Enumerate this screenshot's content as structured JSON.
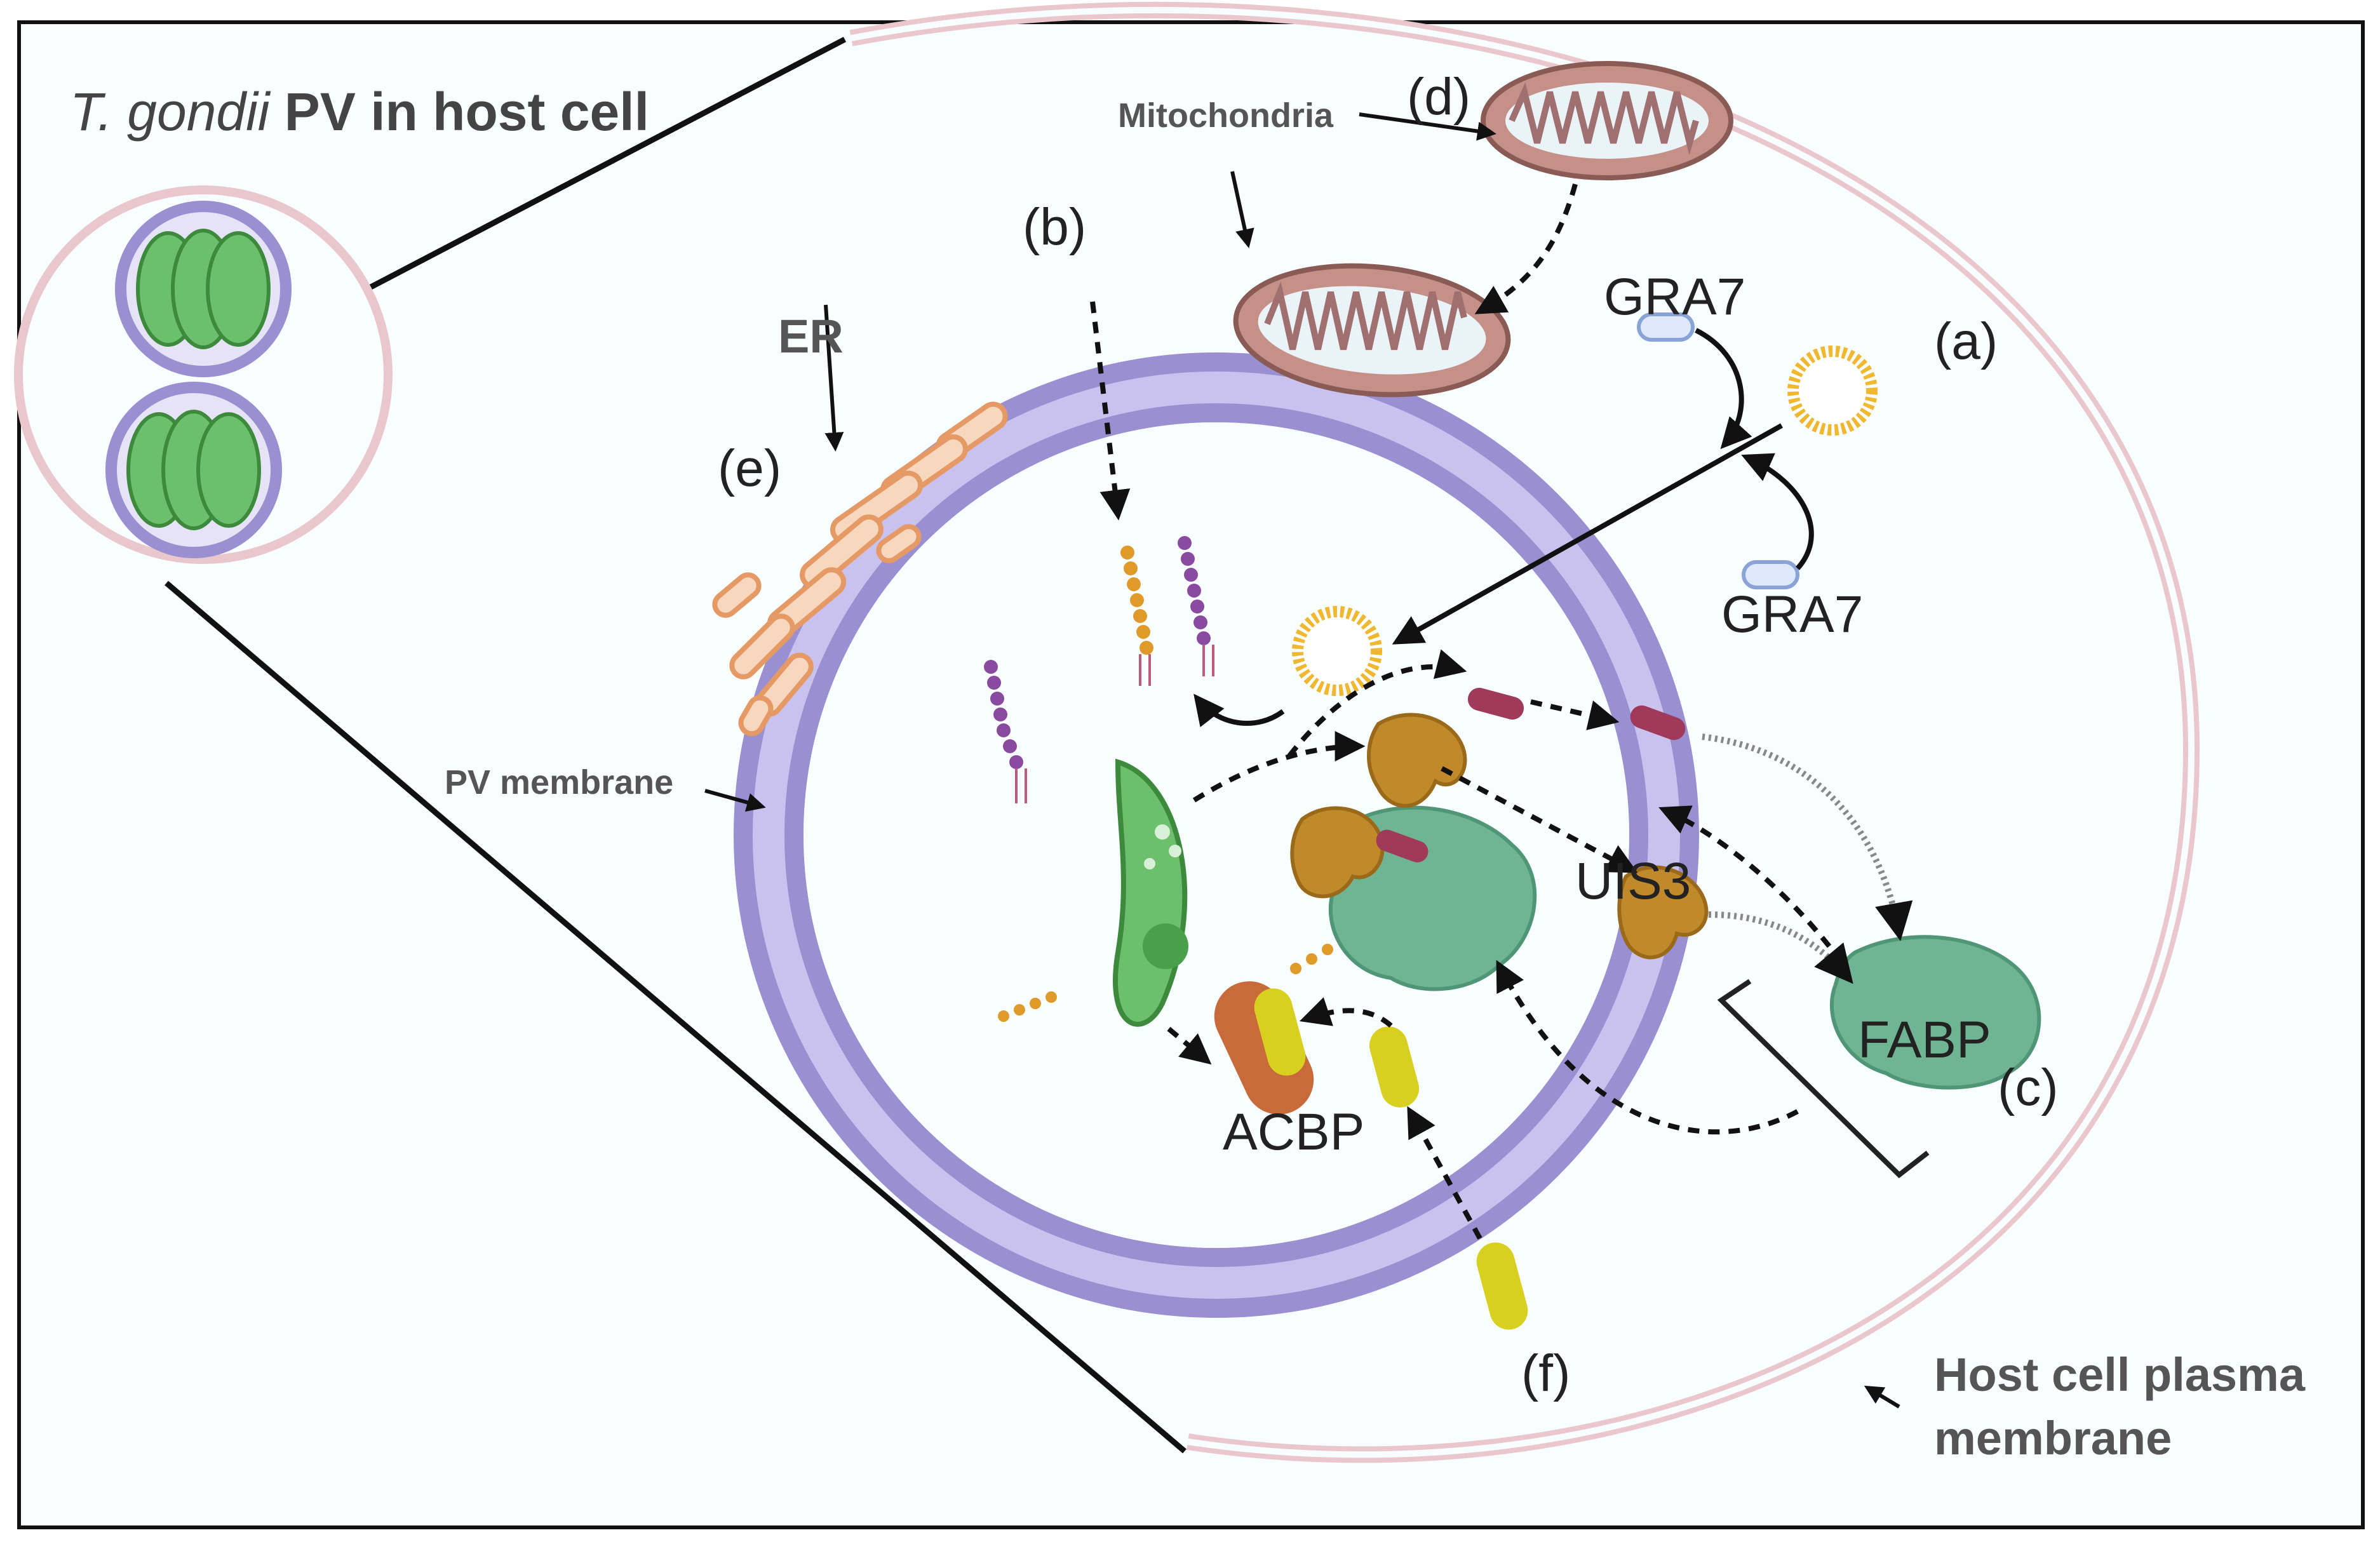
{
  "title": {
    "italic": "T. gondii",
    "rest": " PV in host cell"
  },
  "labels": {
    "mitochondria": "Mitochondria",
    "er": "ER",
    "pv_membrane": "PV membrane",
    "host_membrane_line1": "Host cell plasma",
    "host_membrane_line2": "membrane",
    "gra7_top": "GRA7",
    "gra7_bottom": "GRA7",
    "uis3": "UIS3",
    "fabp": "FABP",
    "acbp": "ACBP"
  },
  "panels": {
    "a": "(a)",
    "b": "(b)",
    "c": "(c)",
    "d": "(d)",
    "e": "(e)",
    "f": "(f)"
  },
  "colors": {
    "background": "#f8fdff",
    "pv_membrane": "#9a8fd0",
    "host_membrane": "#e9c7cc",
    "parasite": "#6cbf6c",
    "protein_green": "#6fb594",
    "protein_orange": "#c08a2a",
    "lipid_red": "#a03a5a",
    "acbp": "#c96a3a",
    "fatty_acid_yellow": "#d8d020",
    "mitochondria": "#c49088",
    "er": "#f0b890"
  }
}
